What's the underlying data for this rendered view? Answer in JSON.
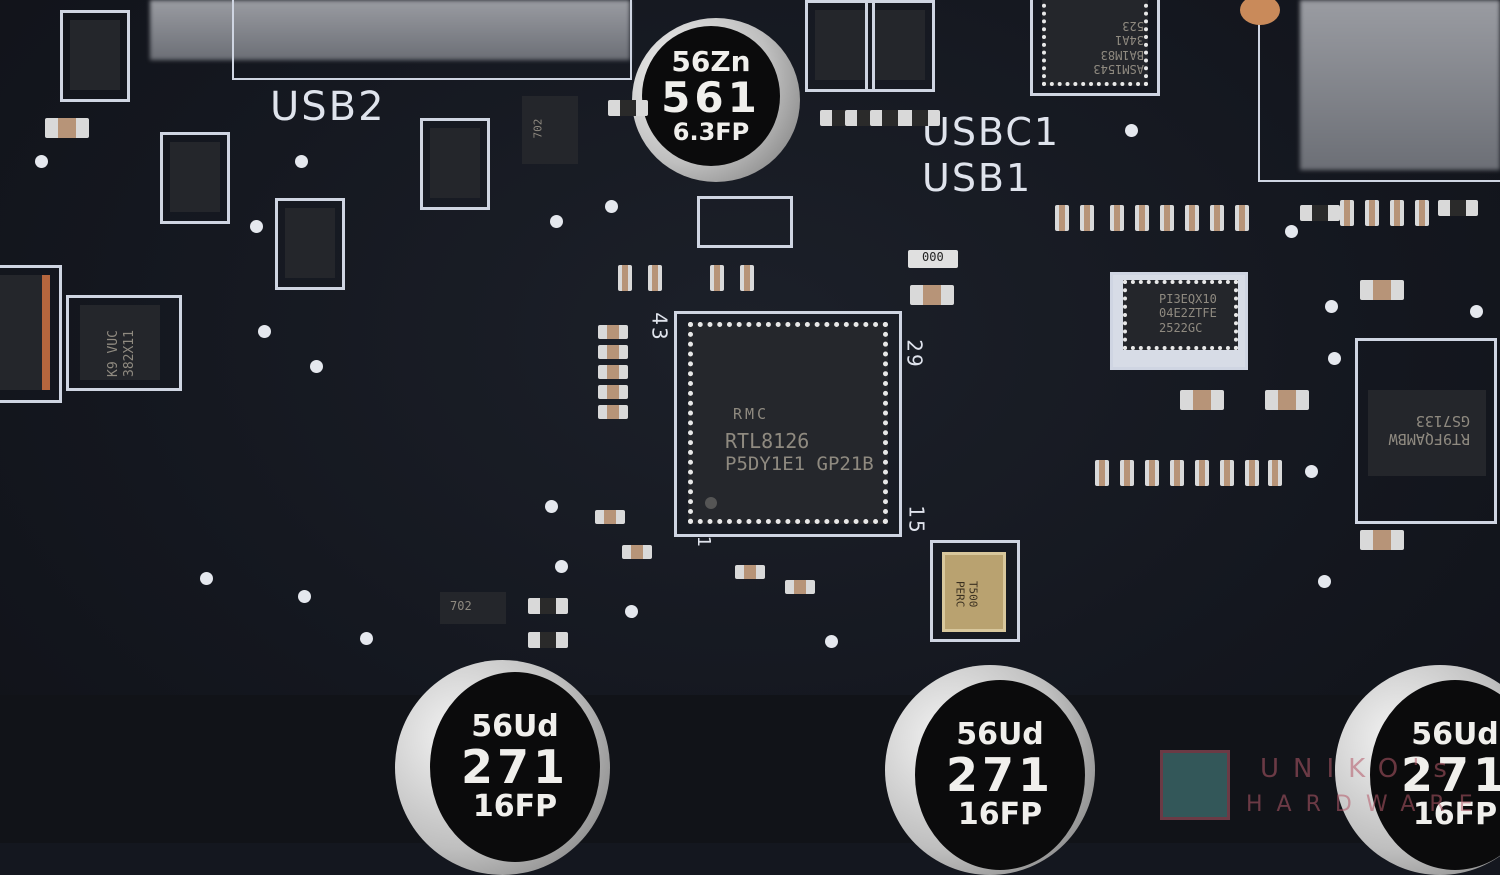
{
  "silkscreen": {
    "usb2": "USB2",
    "usbc1": "USBC1",
    "usb1": "USB1",
    "pin43": "43",
    "pin29": "29",
    "pin15": "15",
    "pin1": "1"
  },
  "main_chip": {
    "logo": "RMC",
    "line1": "RTL8126",
    "line2": "P5DY1E1 GP21B"
  },
  "asm_chip": {
    "lines": [
      "ASM1543",
      "BA1M83",
      "34A1",
      "523"
    ]
  },
  "pi3_chip": {
    "lines": [
      "PI3EQX10",
      "04E2ZTFE",
      "2522GC"
    ]
  },
  "gs_chip": {
    "lines": [
      "RT9FQAMBW",
      "GS7133"
    ]
  },
  "small_chip_left": {
    "lines": [
      "K9 VUC",
      "382X11"
    ]
  },
  "capacitors": {
    "top": [
      "56Zn",
      "561",
      "6.3FP"
    ],
    "bottom": [
      "56Ud",
      "271",
      "16FP"
    ]
  },
  "crystal": {
    "lines": [
      "T500",
      "PERC"
    ]
  },
  "small_marks": {
    "sot": "702",
    "res_code": "000"
  },
  "watermark": {
    "line1": "UNIKO's",
    "line2": "HARDWARE"
  }
}
